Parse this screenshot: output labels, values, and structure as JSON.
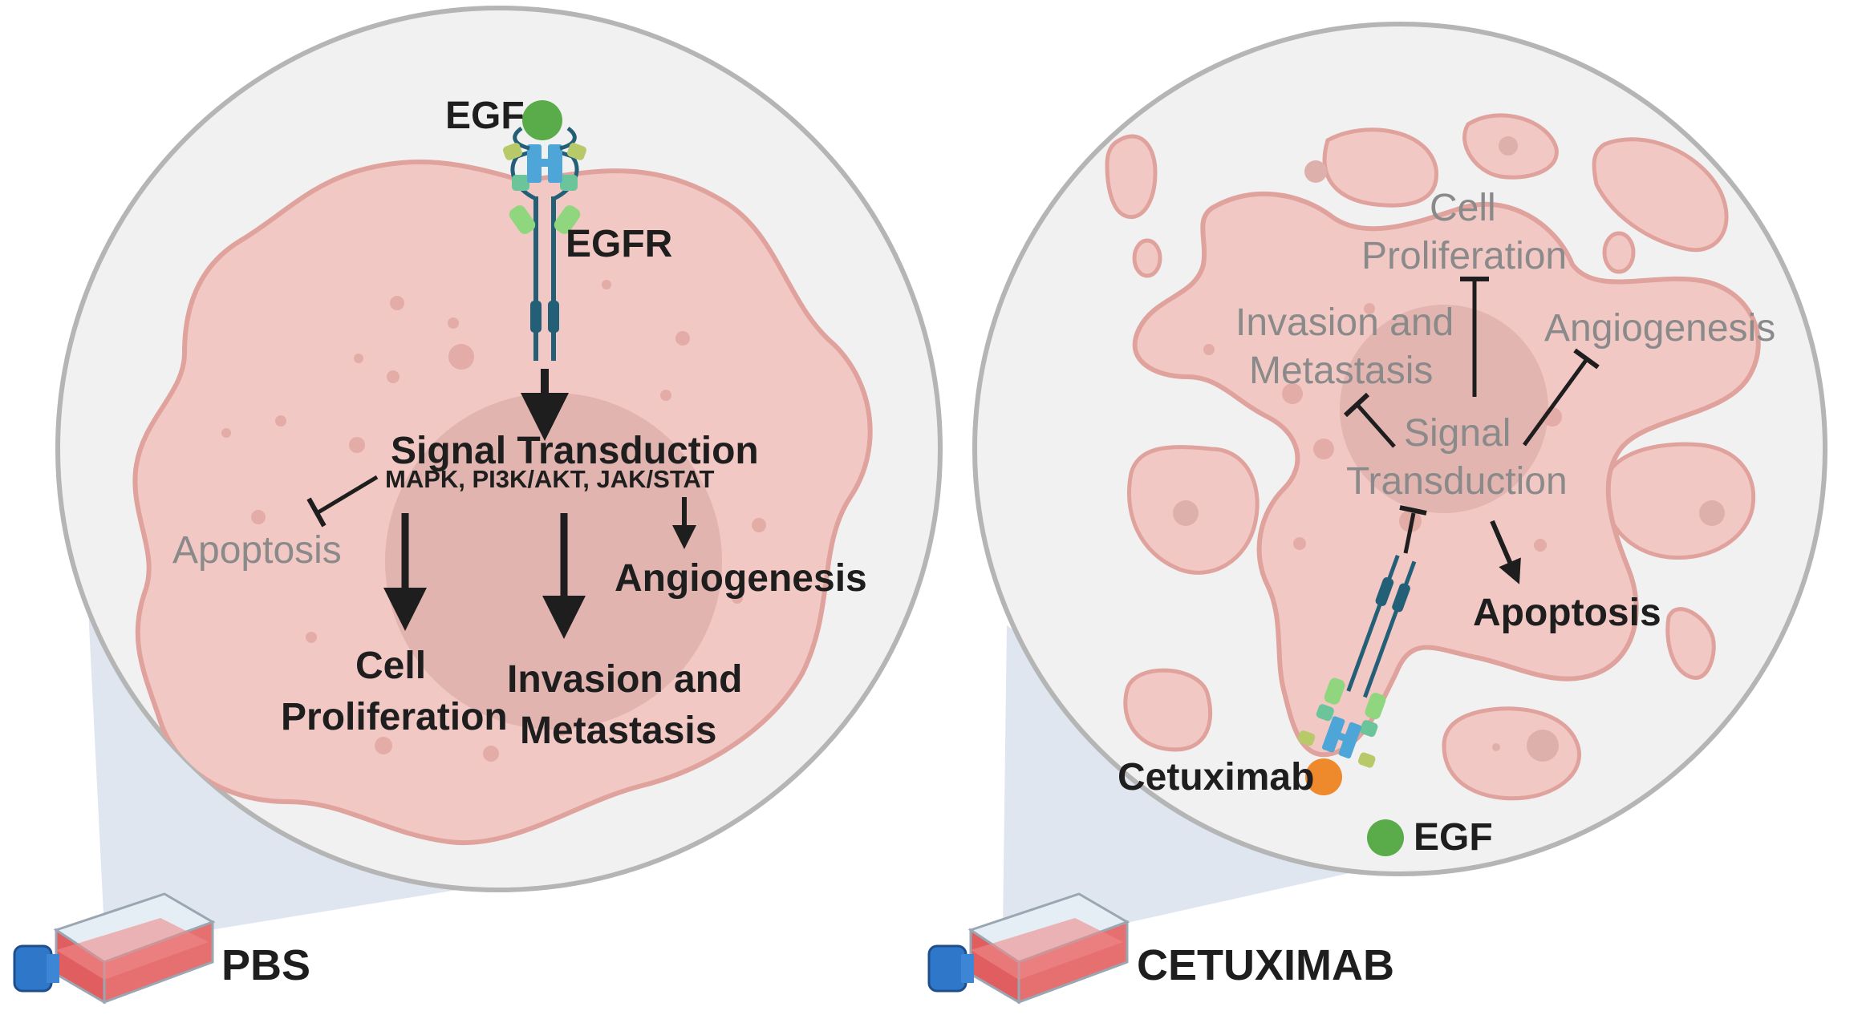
{
  "panels": {
    "pbs": {
      "condition_label": "PBS",
      "ligand_label": "EGF",
      "receptor_label": "EGFR",
      "signal_title": "Signal Transduction",
      "signal_pathways": "MAPK, PI3K/AKT, JAK/STAT",
      "outcome_proliferation": [
        "Cell",
        "Proliferation"
      ],
      "outcome_invasion": [
        "Invasion and",
        "Metastasis"
      ],
      "outcome_angiogenesis": "Angiogenesis",
      "outcome_apoptosis": "Apoptosis"
    },
    "cetuximab": {
      "condition_label": "CETUXIMAB",
      "antibody_label": "Cetuximab",
      "ligand_label": "EGF",
      "signal_title": [
        "Signal",
        "Transduction"
      ],
      "outcome_proliferation": [
        "Cell",
        "Proliferation"
      ],
      "outcome_invasion": [
        "Invasion and",
        "Metastasis"
      ],
      "outcome_angiogenesis": "Angiogenesis",
      "outcome_apoptosis": "Apoptosis"
    }
  },
  "colors": {
    "cell_fill": "#f2c8c4",
    "cell_stroke": "#e0a29c",
    "nucleus": "#deb0ab",
    "egf": "#5aab4a",
    "cetuximab": "#ee8a2c",
    "receptor_blue": "#4ea6d8",
    "receptor_dark": "#245f78",
    "receptor_green": "#8fd67e",
    "arrow_dark": "#1e1e1e",
    "text_grey": "#8a8a8a",
    "flask_cap": "#2f77c8",
    "flask_liquid": "#e15e60",
    "zoom_cone": "#dfe6ef",
    "circle_border": "#b5b5b5"
  }
}
